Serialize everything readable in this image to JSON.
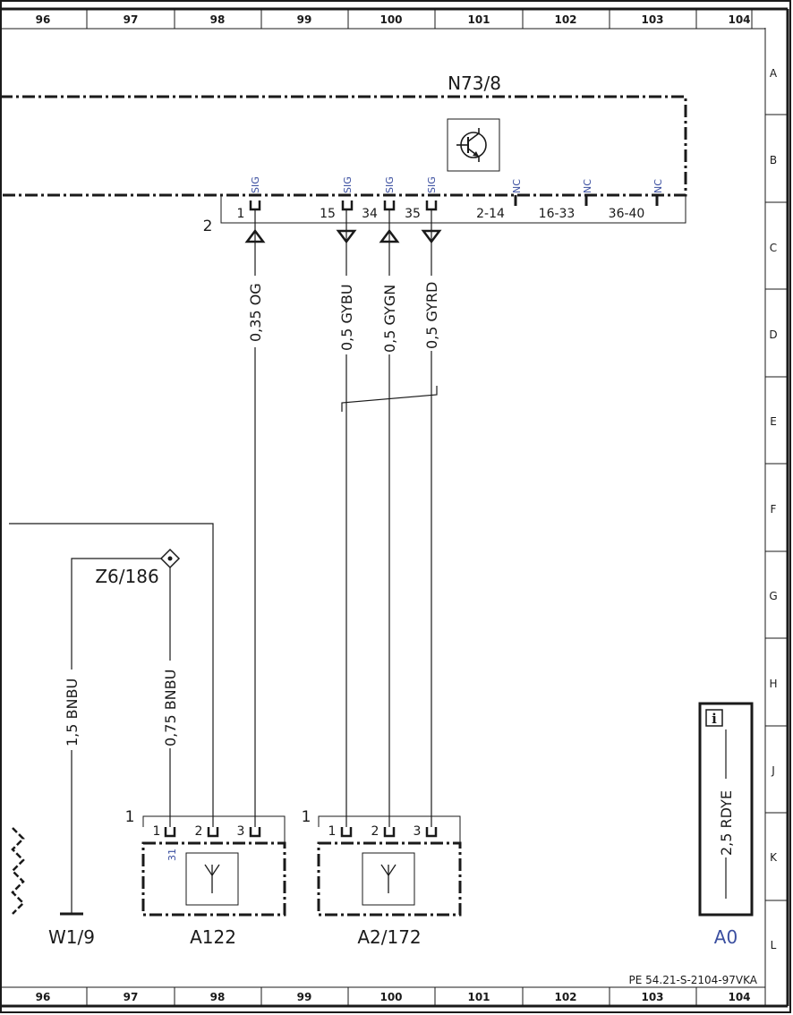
{
  "grid": {
    "columns": [
      "96",
      "97",
      "98",
      "99",
      "100",
      "101",
      "102",
      "103",
      "104"
    ],
    "rows": [
      "A",
      "B",
      "C",
      "D",
      "E",
      "F",
      "G",
      "H",
      "J",
      "K",
      "L"
    ]
  },
  "components": {
    "n73": {
      "label": "N73/8",
      "connector_no": "2",
      "pins": [
        "1",
        "15",
        "34",
        "35",
        "2-14",
        "16-33",
        "36-40"
      ],
      "sig": [
        "SIG",
        "SIG",
        "SIG",
        "SIG",
        "NC",
        "NC",
        "NC"
      ]
    },
    "z6": {
      "label": "Z6/186"
    },
    "a122": {
      "label": "A122",
      "connector_no": "1",
      "pins": [
        "1",
        "2",
        "3"
      ],
      "pin1_note": "31"
    },
    "a2": {
      "label": "A2/172",
      "connector_no": "1",
      "pins": [
        "1",
        "2",
        "3"
      ]
    },
    "w1": {
      "label": "W1/9"
    },
    "a0": {
      "label": "A0",
      "wire": "2,5 RDYE",
      "info_glyph": "i"
    }
  },
  "wires": {
    "og": "0,35 OG",
    "gybu": "0,5 GYBU",
    "gygn": "0,5 GYGN",
    "gyrd": "0,5 GYRD",
    "bnbu_thick": "1,5 BNBU",
    "bnbu_thin": "0,75 BNBU"
  },
  "footer": {
    "reference": "PE 54.21-S-2104-97VKA"
  }
}
